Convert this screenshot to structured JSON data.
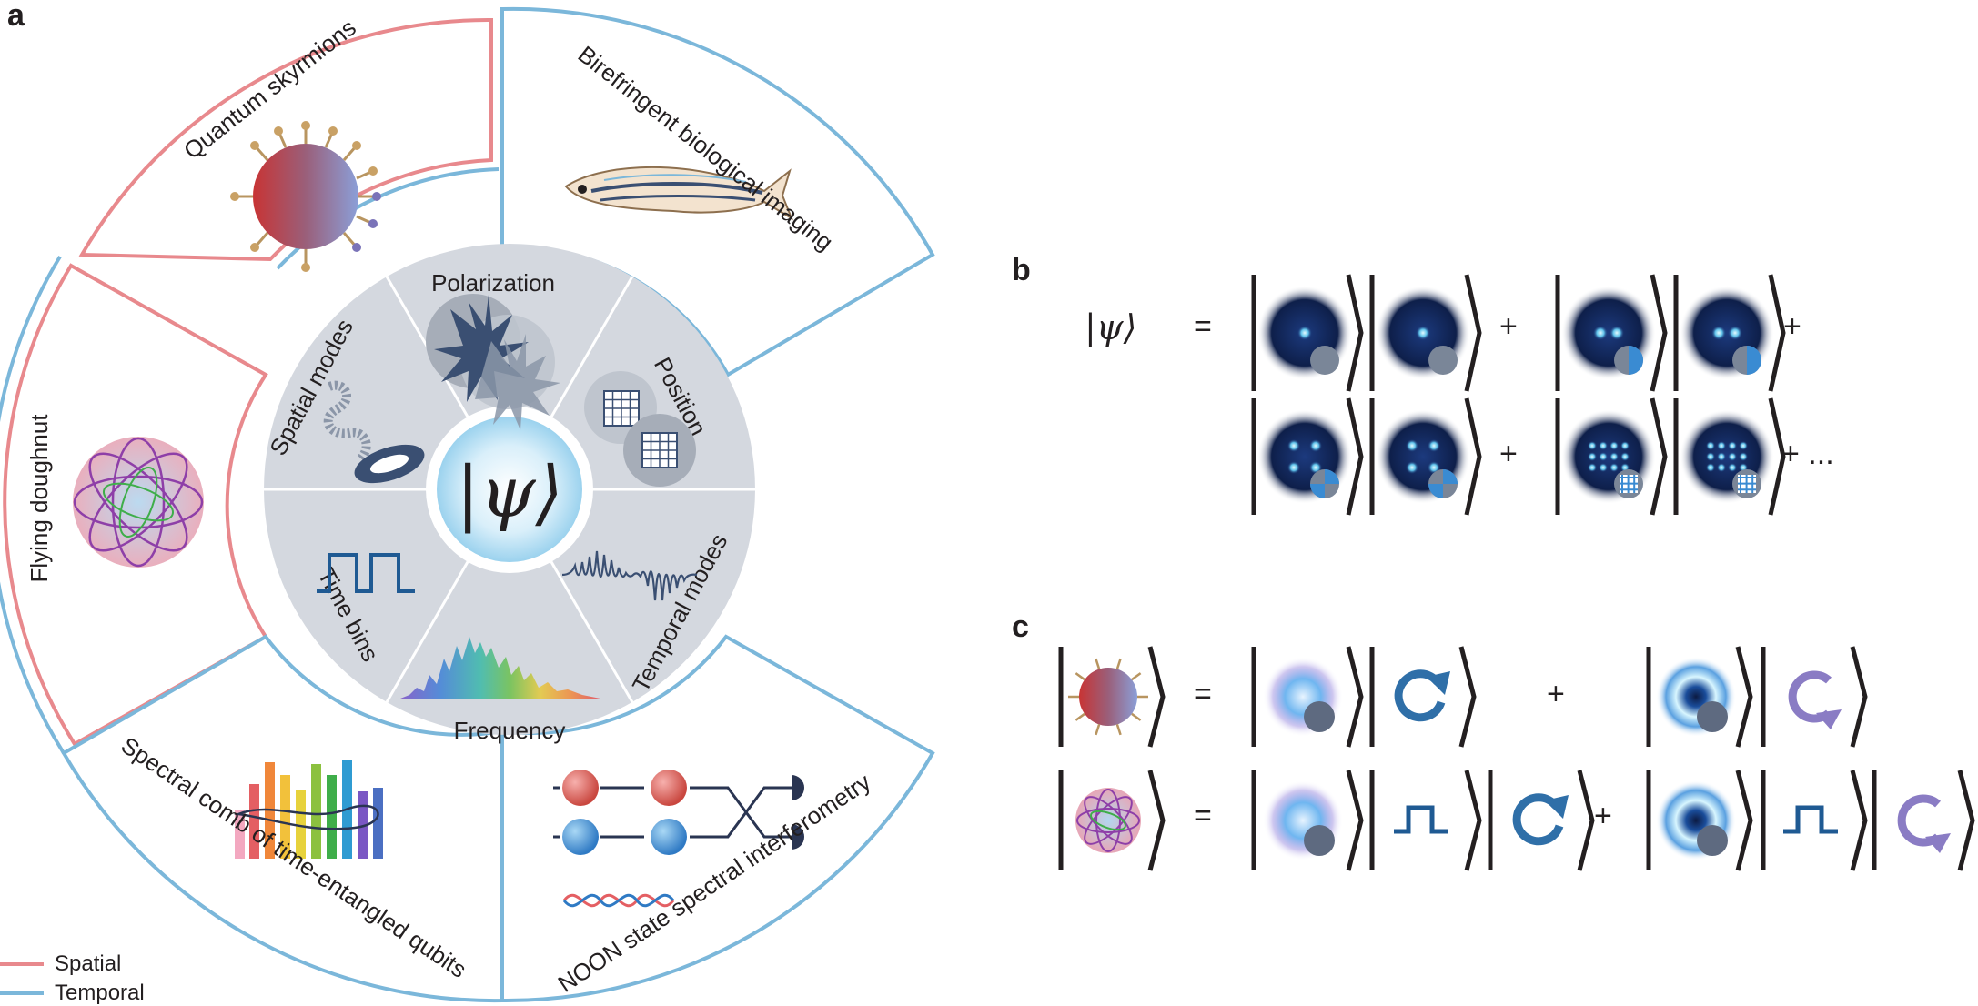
{
  "panels": {
    "a": "a",
    "b": "b",
    "c": "c"
  },
  "legend": {
    "spatial": "Spatial",
    "temporal": "Temporal",
    "spatial_color": "#e8898d",
    "temporal_color": "#7bb7da"
  },
  "wheel": {
    "center_symbol": "|ψ⟩",
    "sectors": {
      "polarization": "Polarization",
      "position": "Position",
      "temporal_modes": "Temporal modes",
      "frequency": "Frequency",
      "time_bins": "Time bins",
      "spatial_modes": "Spatial modes"
    }
  },
  "outer": {
    "quantum_skyrmions": "Quantum skyrmions",
    "birefringent": "Birefringent biological imaging",
    "flying_doughnut": "Flying doughnut",
    "spectral_comb": "Spectral comb of time-entangled qubits",
    "noon": "NOON state spectral interferometry"
  },
  "panel_b": {
    "psi": "|ψ⟩",
    "equals": "=",
    "plus": "+",
    "plus_ellipsis": "+ ..."
  },
  "panel_c": {
    "equals": "=",
    "plus": "+"
  },
  "colors": {
    "wheel_fill": "#d4d8df",
    "mode_blue": "#1b2f6b",
    "arrow_blue": "#2f6fa8",
    "arrow_purple": "#8a7cc4"
  }
}
